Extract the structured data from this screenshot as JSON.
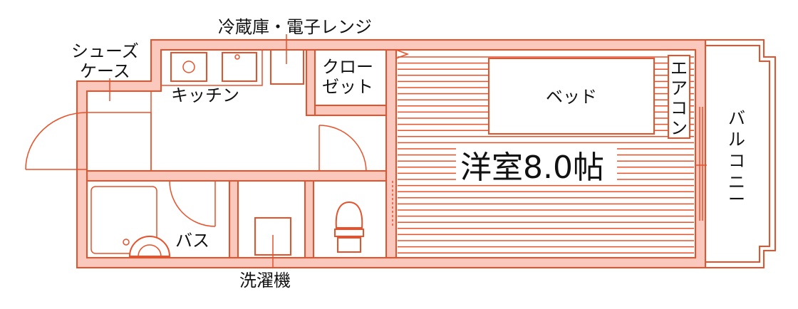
{
  "colors": {
    "wall_stroke": "#e8512a",
    "wall_fill": "#fbc8bd",
    "text": "#111111",
    "background": "#ffffff"
  },
  "labels": {
    "fridge_microwave": "冷蔵庫・電子レンジ",
    "shoe_case_line1": "シューズ",
    "shoe_case_line2": "ケース",
    "kitchen": "キッチン",
    "closet_line1": "クロー",
    "closet_line2": "ゼット",
    "bed": "ベッド",
    "aircon": [
      "エ",
      "ア",
      "コ",
      "ン"
    ],
    "balcony": [
      "バ",
      "ル",
      "コ",
      "ニ",
      "ー"
    ],
    "room": "洋室8.0帖",
    "bath": "バス",
    "washer": "洗濯機"
  }
}
